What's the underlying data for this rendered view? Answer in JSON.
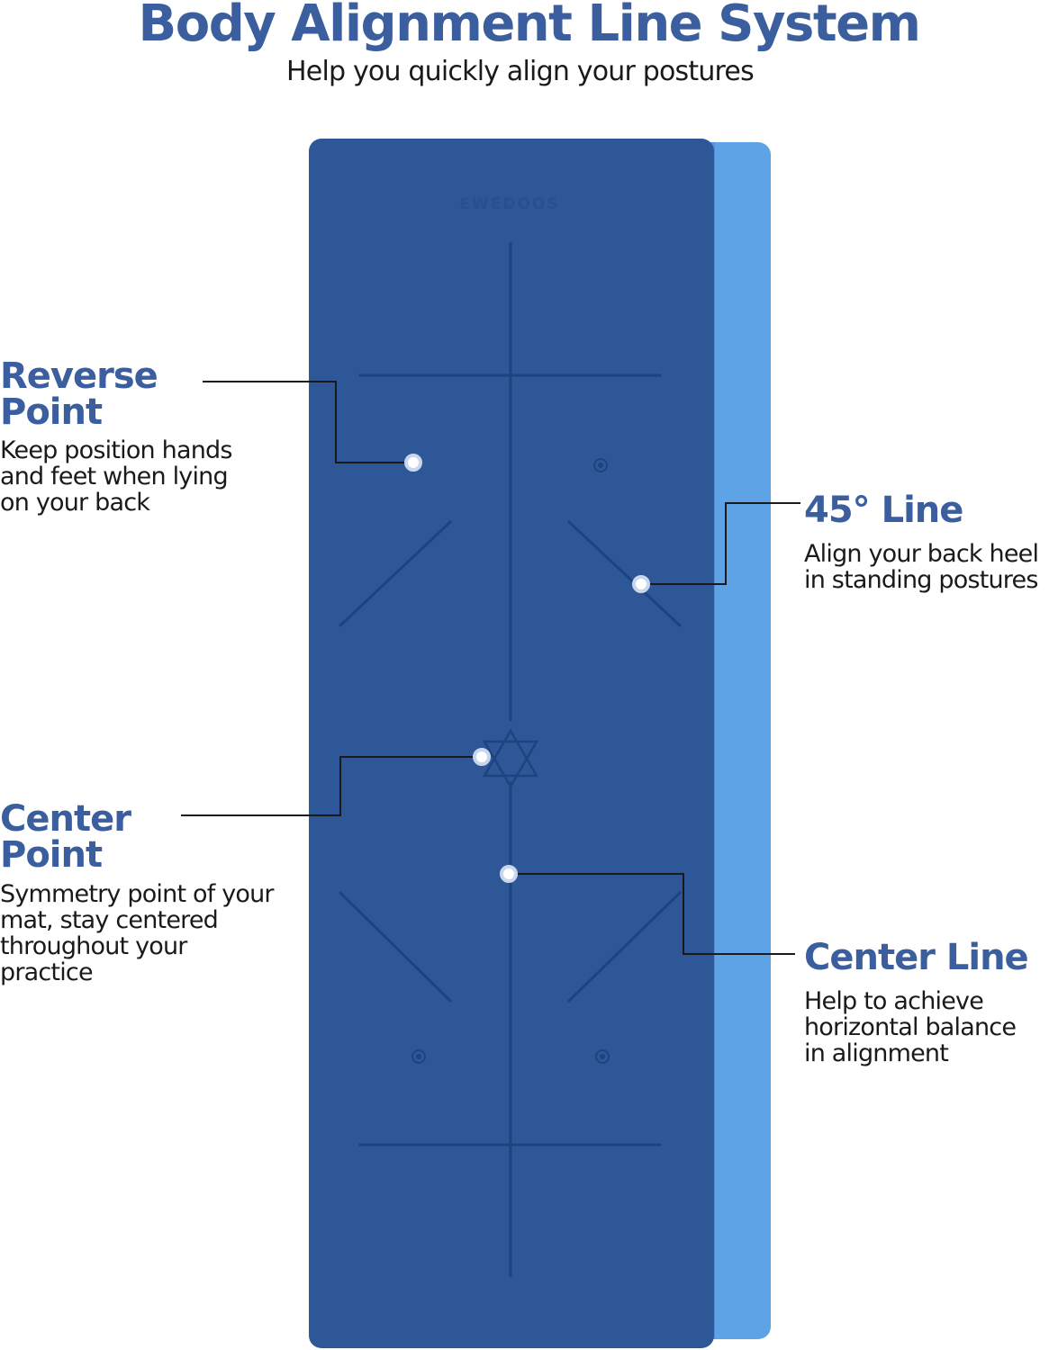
{
  "header": {
    "title": "Body Alignment Line System",
    "subtitle": "Help you quickly align your postures"
  },
  "mat": {
    "brand": "EWEDOOS",
    "top_color": "#2d5797",
    "bottom_color": "#5ea3e6",
    "line_color": "#1e437f"
  },
  "callouts": {
    "reverse_point": {
      "title": "Reverse\nPoint",
      "description": "Keep position hands\nand feet when lying\non your back"
    },
    "line_45": {
      "title": "45° Line",
      "description": "Align your back heel\nin standing postures"
    },
    "center_point": {
      "title": "Center\nPoint",
      "description": "Symmetry point of your\nmat, stay centered\nthroughout your\npractice"
    },
    "center_line": {
      "title": "Center Line",
      "description": "Help to achieve\nhorizontal balance\nin alignment"
    }
  }
}
